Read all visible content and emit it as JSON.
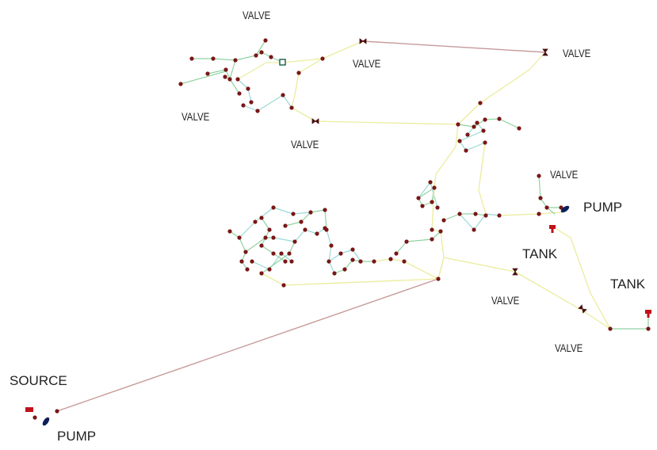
{
  "network": {
    "colors": {
      "pipe_green": "#8fd3a2",
      "pipe_cyan": "#9ad9d6",
      "pipe_yellow": "#ecec9e",
      "pipe_main": "#c79a9a",
      "junction": "#7a1616",
      "tank": "#c0121b",
      "pump": "#0c1f5a"
    }
  },
  "labels": {
    "valve_top": "VALVE",
    "valve_mid_top": "VALVE",
    "valve_right_top": "VALVE",
    "valve_left": "VALVE",
    "valve_center": "VALVE",
    "valve_right_mid": "VALVE",
    "pump_right": "PUMP",
    "tank_mid": "TANK",
    "tank_right": "TANK",
    "valve_bottom_mid": "VALVE",
    "valve_bottom_right": "VALVE",
    "source": "SOURCE",
    "pump_bottom": "PUMP"
  }
}
